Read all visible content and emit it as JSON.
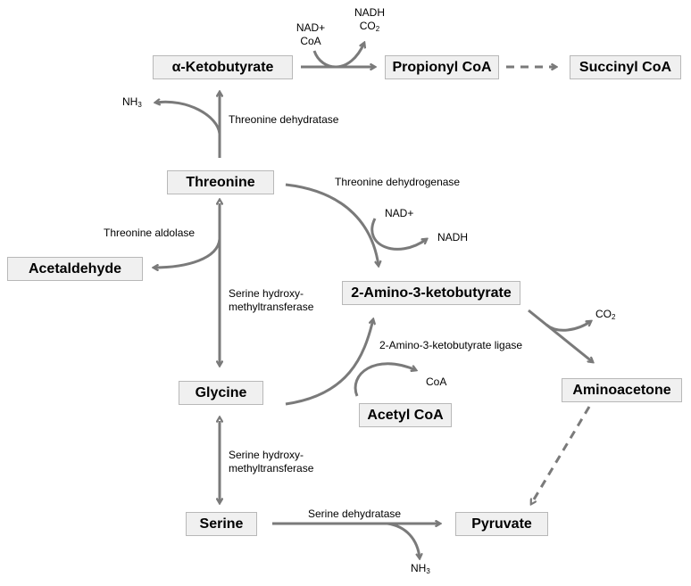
{
  "nodes": {
    "alpha_ketobutyrate": "α-Ketobutyrate",
    "propionyl_coa": "Propionyl CoA",
    "succinyl_coa": "Succinyl CoA",
    "threonine": "Threonine",
    "acetaldehyde": "Acetaldehyde",
    "amino_ketobutyrate": "2-Amino-3-ketobutyrate",
    "glycine": "Glycine",
    "acetyl_coa": "Acetyl CoA",
    "aminoacetone": "Aminoacetone",
    "serine": "Serine",
    "pyruvate": "Pyruvate"
  },
  "enzymes": {
    "threonine_dehydratase": "Threonine dehydratase",
    "threonine_dehydrogenase": "Threonine dehydrogenase",
    "threonine_aldolase": "Threonine aldolase",
    "shmt_1_line1": "Serine hydroxy-",
    "shmt_1_line2": "methyltransferase",
    "ligase": "2-Amino-3-ketobutyrate ligase",
    "shmt_2_line1": "Serine hydroxy-",
    "shmt_2_line2": "methyltransferase",
    "serine_dehydratase": "Serine dehydratase"
  },
  "cofactors": {
    "nad_top": "NAD+",
    "coa_top": "CoA",
    "nadh_top": "NADH",
    "co2_top_main": "CO",
    "co2_top_sub": "2",
    "nh3_top_main": "NH",
    "nh3_top_sub": "3",
    "nad_mid": "NAD+",
    "nadh_mid": "NADH",
    "co2_mid_main": "CO",
    "co2_mid_sub": "2",
    "coa_mid": "CoA",
    "nh3_bottom_main": "NH",
    "nh3_bottom_sub": "3"
  },
  "colors": {
    "arrow": "#7a7a7a",
    "node_fill": "#f0f0f0",
    "node_border": "#b8b8b8"
  }
}
